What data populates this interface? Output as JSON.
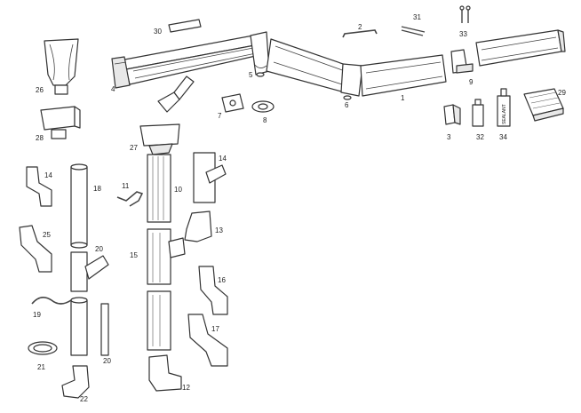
{
  "labels": {
    "n1": "1",
    "n2": "2",
    "n3": "3",
    "n4": "4",
    "n5": "5",
    "n6": "6",
    "n7": "7",
    "n8": "8",
    "n9": "9",
    "n10": "10",
    "n11": "11",
    "n12": "12",
    "n13": "13",
    "n14a": "14",
    "n14b": "14",
    "n15": "15",
    "n16": "16",
    "n17": "17",
    "n18": "18",
    "n19": "19",
    "n20a": "20",
    "n20b": "20",
    "n21": "21",
    "n22": "22",
    "n25": "25",
    "n26": "26",
    "n27": "27",
    "n28": "28",
    "n29": "29",
    "n30": "30",
    "n31": "31",
    "n32": "32",
    "n33": "33",
    "n34": "34",
    "sealant": "SEALANT"
  },
  "colors": {
    "line": "#333333",
    "fill": "#ffffff",
    "shade": "#e8e8e8"
  }
}
